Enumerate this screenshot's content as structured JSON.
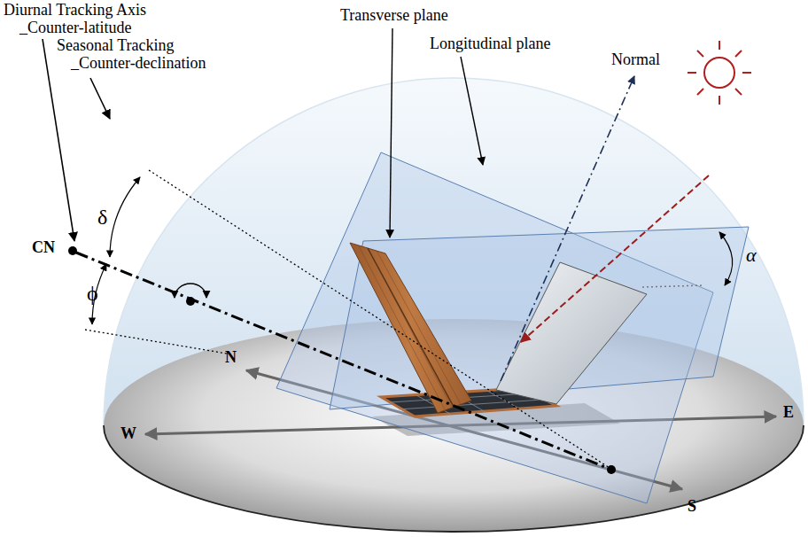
{
  "diagram": {
    "labels": [
      "Diurnal Tracking Axis",
      "_Counter-latitude",
      "Seasonal Tracking",
      "_Counter-declination",
      "Transverse plane",
      "Longitudinal plane",
      "Normal",
      "CN",
      "δ",
      "ϕ",
      "α",
      "N",
      "W",
      "E",
      "S"
    ]
  }
}
